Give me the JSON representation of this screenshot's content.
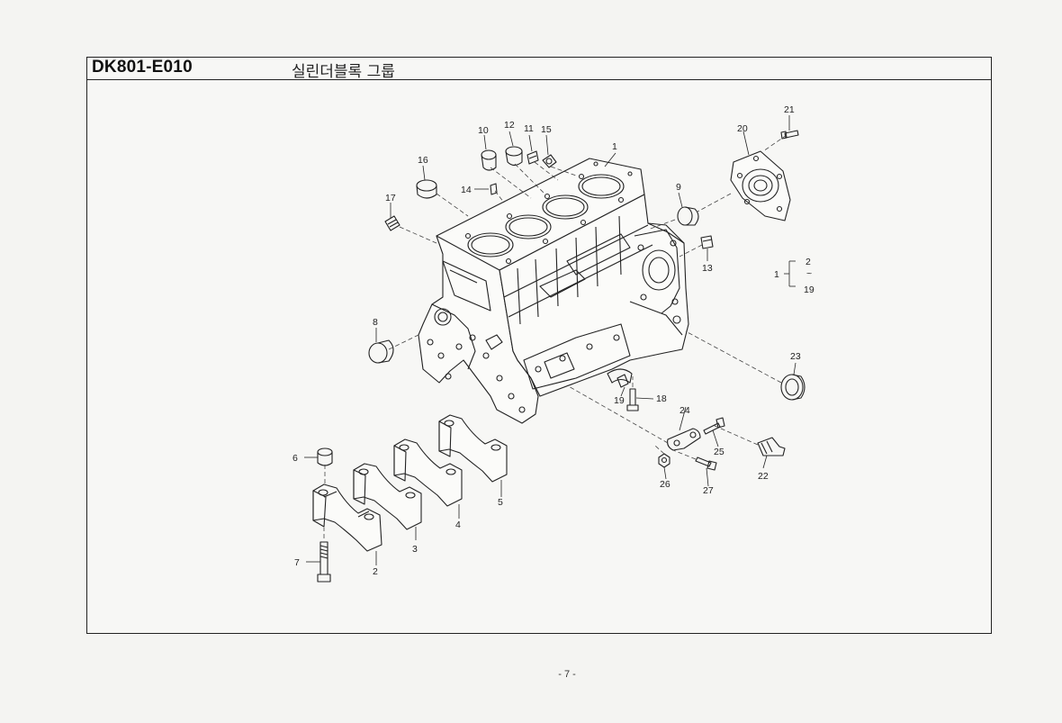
{
  "header": {
    "code": "DK801-E010",
    "title": "실린더블록 그룹"
  },
  "page_number": "- 7 -",
  "range_note": {
    "parent": "1",
    "from": "2",
    "tilde": "~",
    "to": "19"
  },
  "callouts": [
    "1",
    "2",
    "3",
    "4",
    "5",
    "6",
    "7",
    "8",
    "9",
    "10",
    "11",
    "12",
    "13",
    "14",
    "15",
    "16",
    "17",
    "18",
    "19",
    "20",
    "21",
    "22",
    "23",
    "24",
    "25",
    "26",
    "27"
  ]
}
